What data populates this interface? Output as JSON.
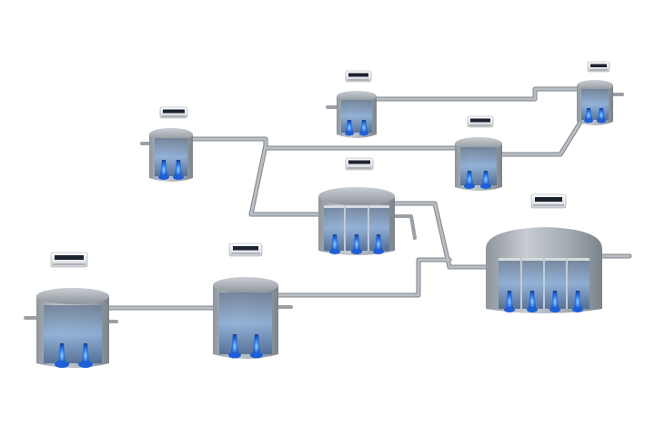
{
  "diagram": {
    "kind": "pumping-station-network",
    "colors": {
      "background": "#ffffff",
      "pipe": "#a8adb3",
      "pipe_highlight": "#dfe3e7",
      "tank_body": "#9aa1a8",
      "tank_body_light": "#c9ced3",
      "tank_interior": "#5c6f86",
      "water": "#8fb8e6",
      "pump_blue": "#1f64e0",
      "pump_glow": "#5aa8ff",
      "controller_body": "#f2f3f4",
      "controller_panel": "#1b2230"
    },
    "stations": [
      {
        "id": "station-top-left",
        "pumps": 2
      },
      {
        "id": "station-top-center",
        "pumps": 2
      },
      {
        "id": "station-top-right",
        "pumps": 2
      },
      {
        "id": "station-center-right",
        "pumps": 2
      },
      {
        "id": "station-center",
        "pumps": 3
      },
      {
        "id": "station-large-right",
        "pumps": 4
      },
      {
        "id": "station-bottom-middle",
        "pumps": 2
      },
      {
        "id": "station-bottom-left",
        "pumps": 2
      }
    ],
    "icons": [
      "controller-icon",
      "pump-icon",
      "pipe"
    ]
  }
}
